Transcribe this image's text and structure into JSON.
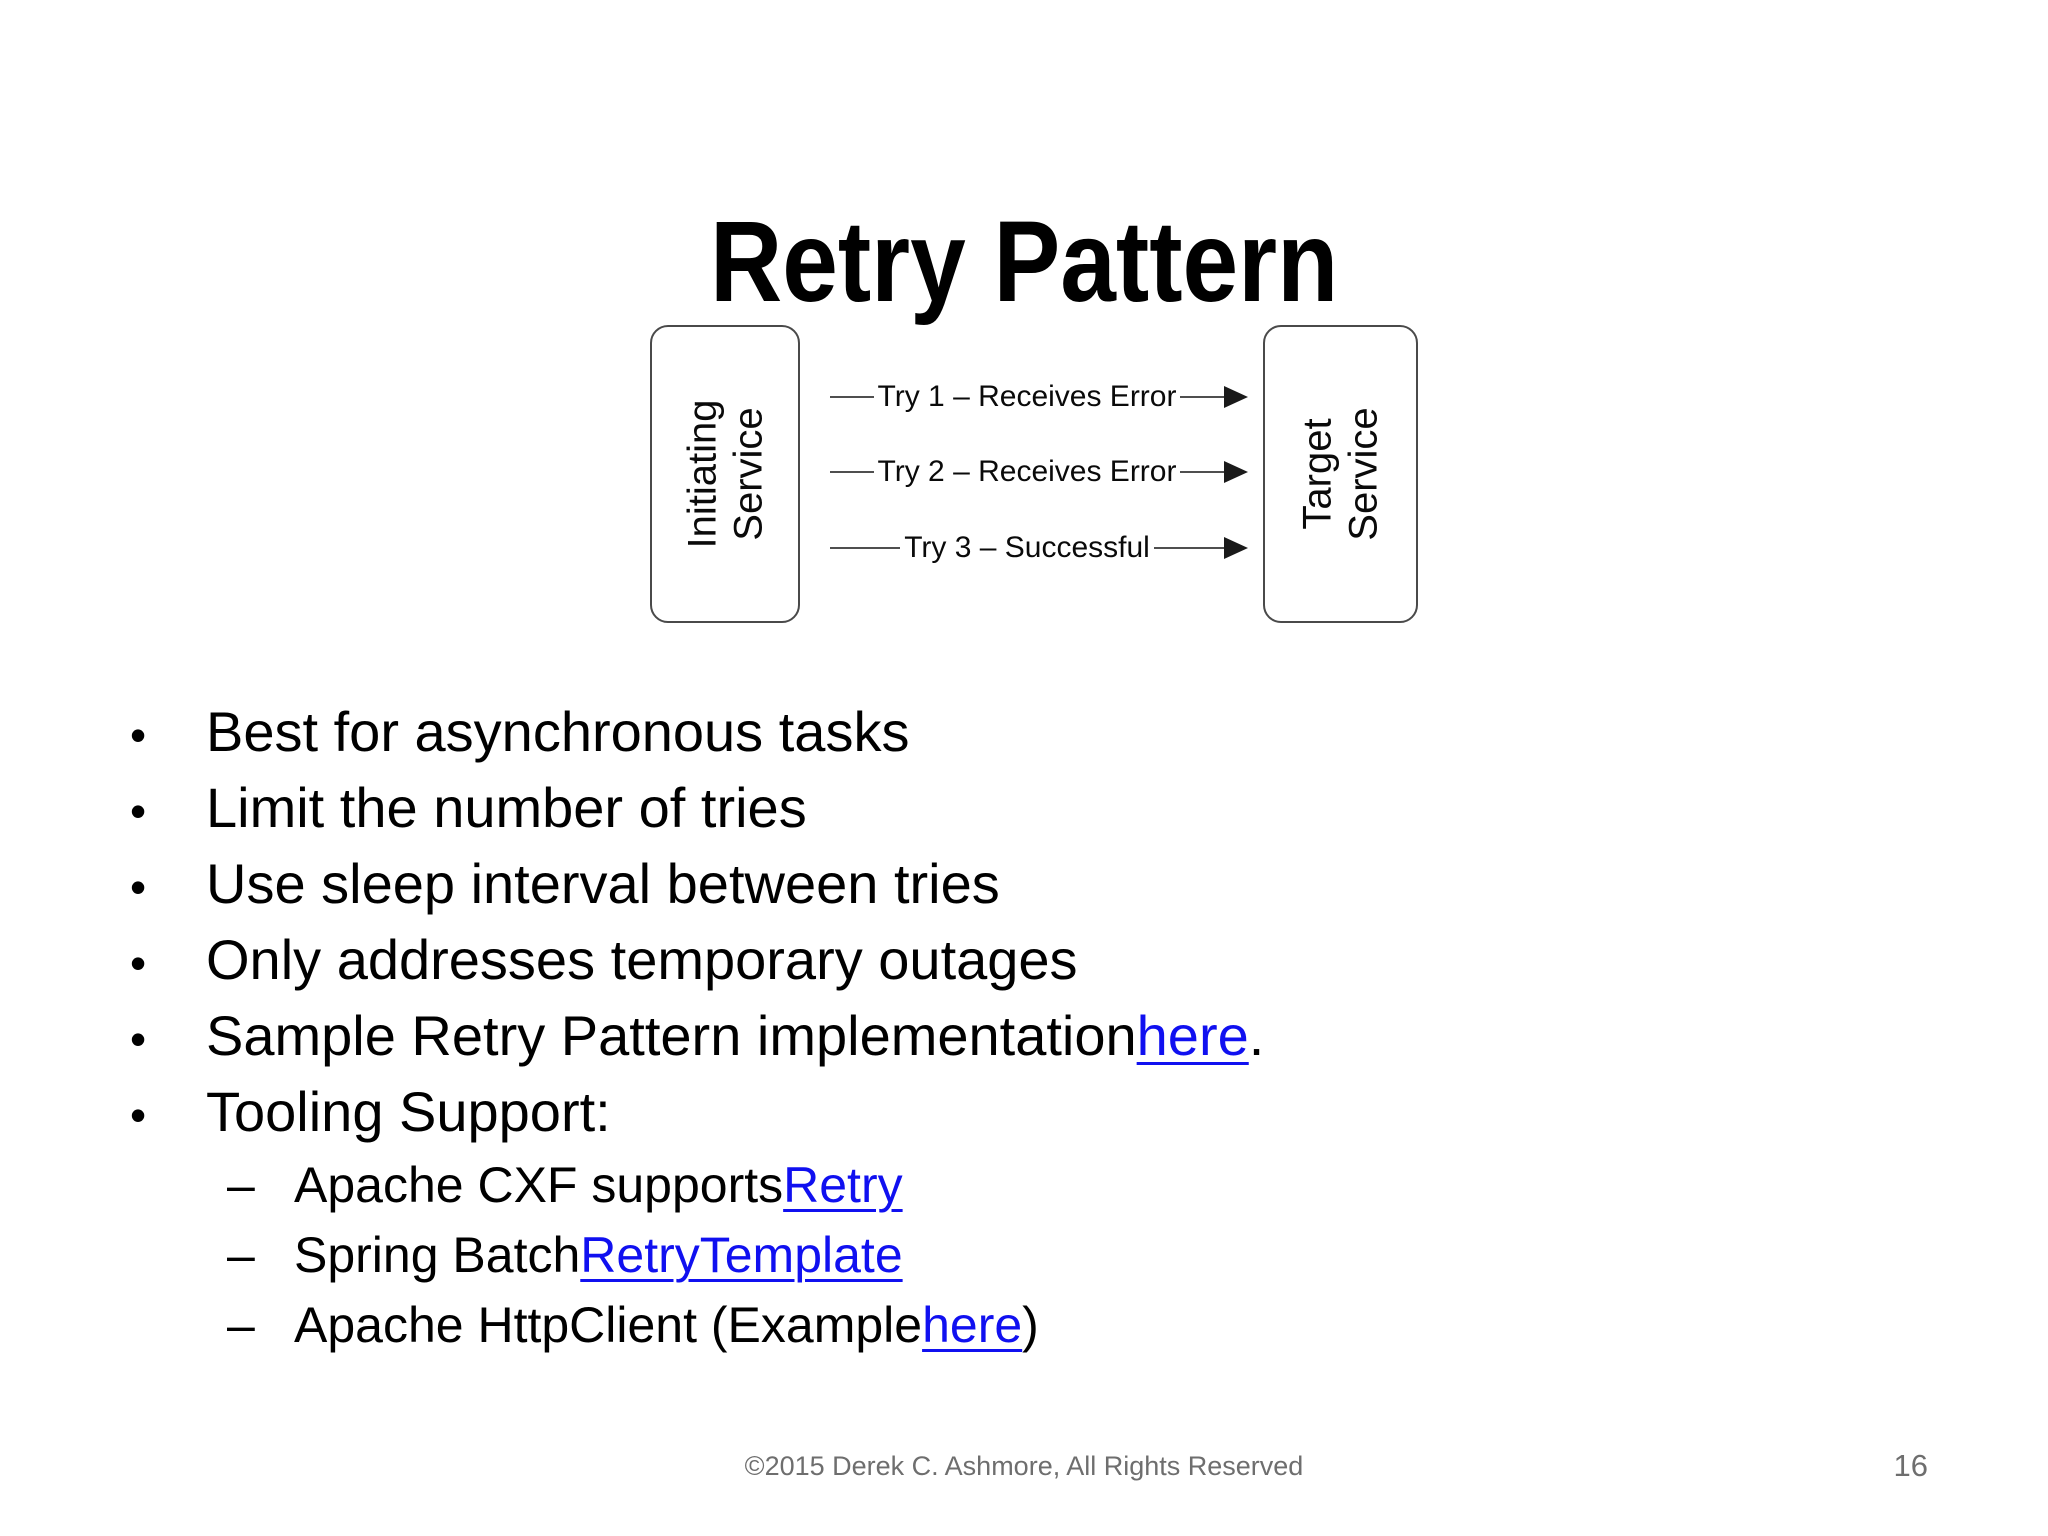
{
  "slide": {
    "title": "Retry Pattern",
    "diagram": {
      "left_box": [
        "Initiating",
        "Service"
      ],
      "right_box": [
        "Target",
        "Service"
      ],
      "arrows": [
        "Try 1 – Receives Error",
        "Try 2 – Receives Error",
        "Try 3 – Successful"
      ]
    },
    "bullet_marker": "•",
    "sub_bullet_marker": "–",
    "bullets": [
      {
        "level": 1,
        "segments": [
          {
            "text": "Best for asynchronous tasks"
          }
        ]
      },
      {
        "level": 1,
        "segments": [
          {
            "text": "Limit the number of tries"
          }
        ]
      },
      {
        "level": 1,
        "segments": [
          {
            "text": "Use sleep interval between tries"
          }
        ]
      },
      {
        "level": 1,
        "segments": [
          {
            "text": "Only addresses temporary outages"
          }
        ]
      },
      {
        "level": 1,
        "segments": [
          {
            "text": "Sample Retry Pattern implementation "
          },
          {
            "text": "here",
            "link": true
          },
          {
            "text": "."
          }
        ]
      },
      {
        "level": 1,
        "segments": [
          {
            "text": "Tooling Support:"
          }
        ]
      },
      {
        "level": 2,
        "segments": [
          {
            "text": "Apache CXF supports "
          },
          {
            "text": "Retry",
            "link": true
          }
        ]
      },
      {
        "level": 2,
        "segments": [
          {
            "text": "Spring Batch "
          },
          {
            "text": "RetryTemplate",
            "link": true
          }
        ]
      },
      {
        "level": 2,
        "segments": [
          {
            "text": "Apache HttpClient (Example "
          },
          {
            "text": "here",
            "link": true
          },
          {
            "text": ")"
          }
        ]
      }
    ],
    "footer": {
      "copyright": "©2015 Derek C. Ashmore, All Rights Reserved",
      "page_number": "16"
    }
  },
  "colors": {
    "link": "#1010f0",
    "footer_text": "#6e6e6e",
    "stroke": "#4a4a4a",
    "text": "#000000",
    "background": "#ffffff"
  }
}
